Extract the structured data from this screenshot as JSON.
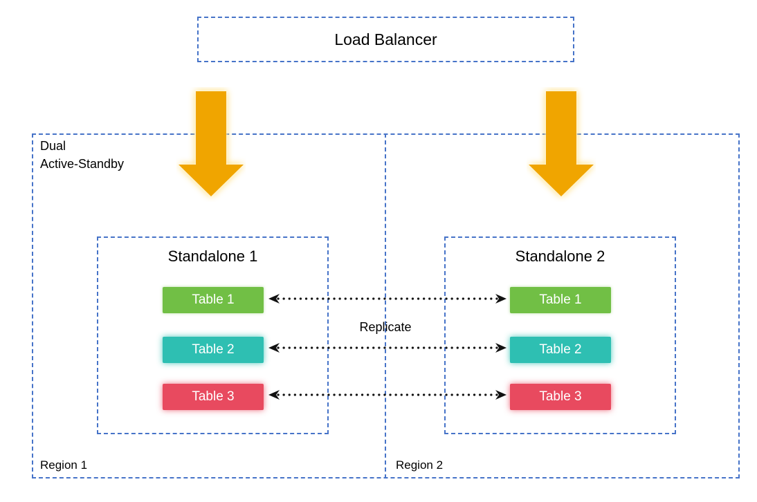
{
  "diagram": {
    "load_balancer": {
      "label": "Load Balancer"
    },
    "mode_label": "Dual\nActive-Standby",
    "replication": {
      "label": "Replicate"
    },
    "regions": [
      {
        "label": "Region 1",
        "standalone": {
          "title": "Standalone 1",
          "tables": [
            {
              "label": "Table 1",
              "color": "#71bf45"
            },
            {
              "label": "Table 2",
              "color": "#2ebfb2"
            },
            {
              "label": "Table 3",
              "color": "#e84a5f"
            }
          ]
        }
      },
      {
        "label": "Region 2",
        "standalone": {
          "title": "Standalone 2",
          "tables": [
            {
              "label": "Table 1",
              "color": "#71bf45"
            },
            {
              "label": "Table 2",
              "color": "#2ebfb2"
            },
            {
              "label": "Table 3",
              "color": "#e84a5f"
            }
          ]
        }
      }
    ],
    "colors": {
      "dashed_border_blue": "#4673c8",
      "arrow_gold": "#f0a500",
      "arrow_glow": "#ffd966",
      "connector_black": "#111111",
      "badge_text": "#ffffff"
    }
  }
}
